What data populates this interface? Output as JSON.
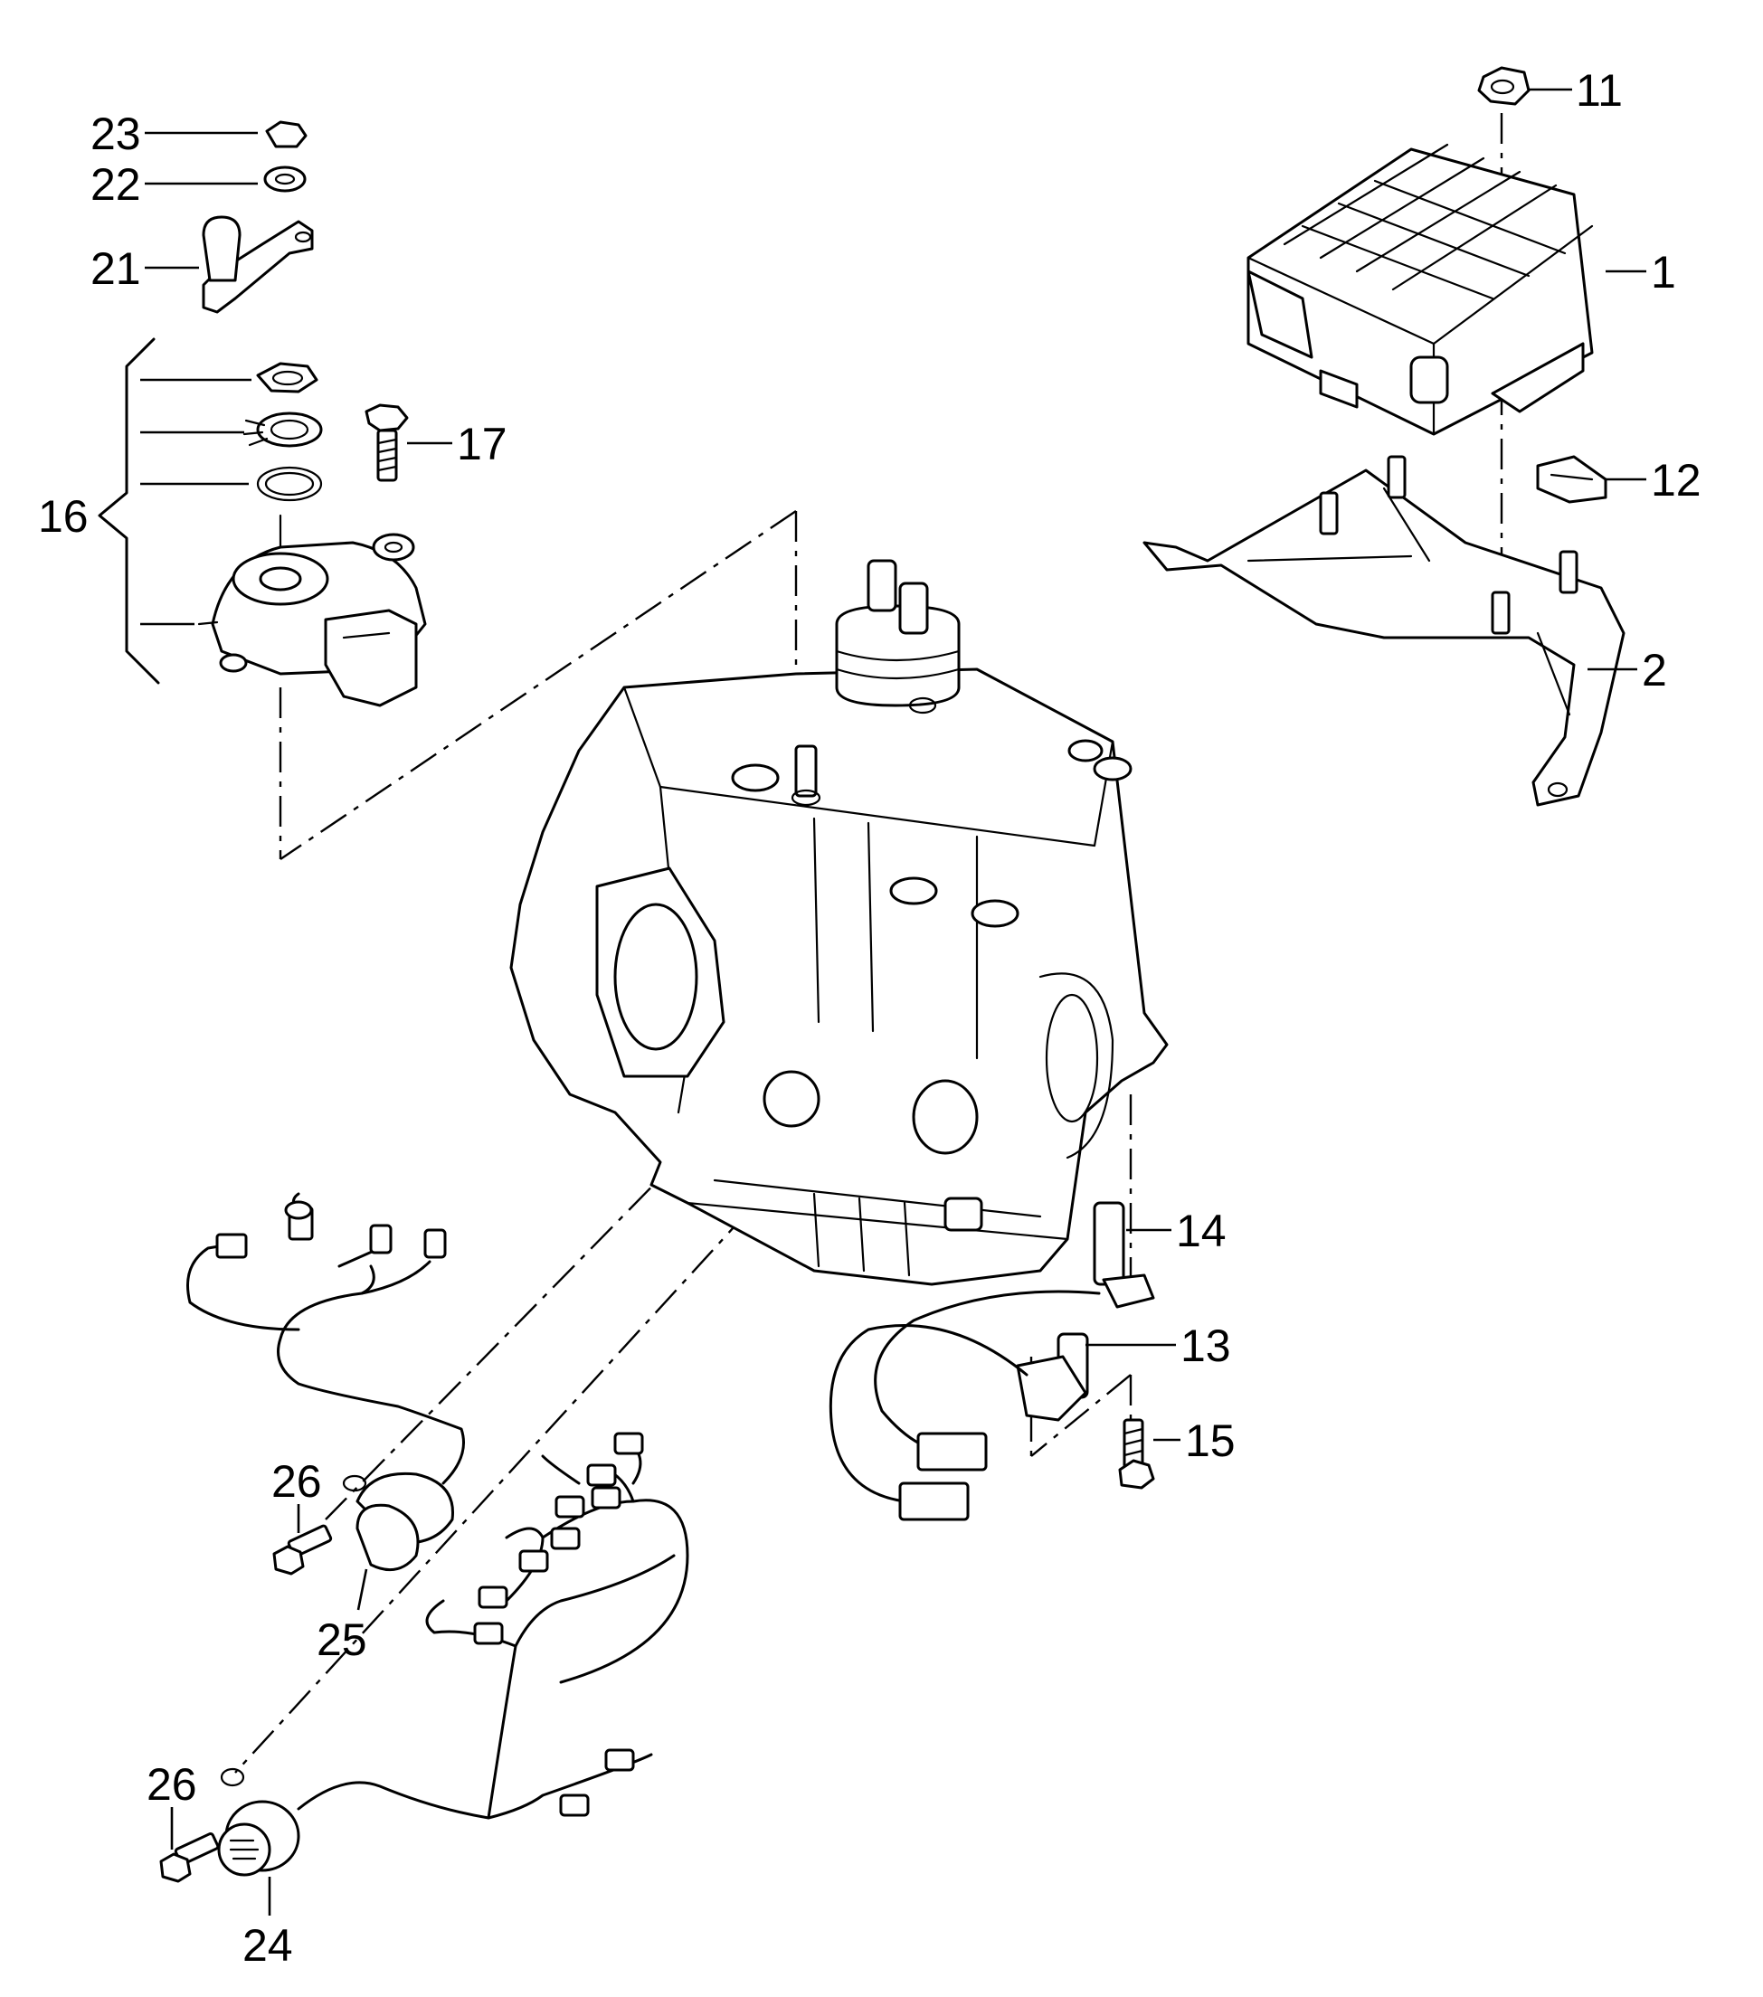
{
  "callouts": [
    {
      "id": "c1",
      "text": "1"
    },
    {
      "id": "c2",
      "text": "2"
    },
    {
      "id": "c11",
      "text": "11"
    },
    {
      "id": "c12",
      "text": "12"
    },
    {
      "id": "c13",
      "text": "13"
    },
    {
      "id": "c14",
      "text": "14"
    },
    {
      "id": "c15",
      "text": "15"
    },
    {
      "id": "c16",
      "text": "16"
    },
    {
      "id": "c17",
      "text": "17"
    },
    {
      "id": "c21",
      "text": "21"
    },
    {
      "id": "c22",
      "text": "22"
    },
    {
      "id": "c23",
      "text": "23"
    },
    {
      "id": "c24",
      "text": "24"
    },
    {
      "id": "c25",
      "text": "25"
    },
    {
      "id": "c26a",
      "text": "26"
    },
    {
      "id": "c26b",
      "text": "26"
    }
  ]
}
